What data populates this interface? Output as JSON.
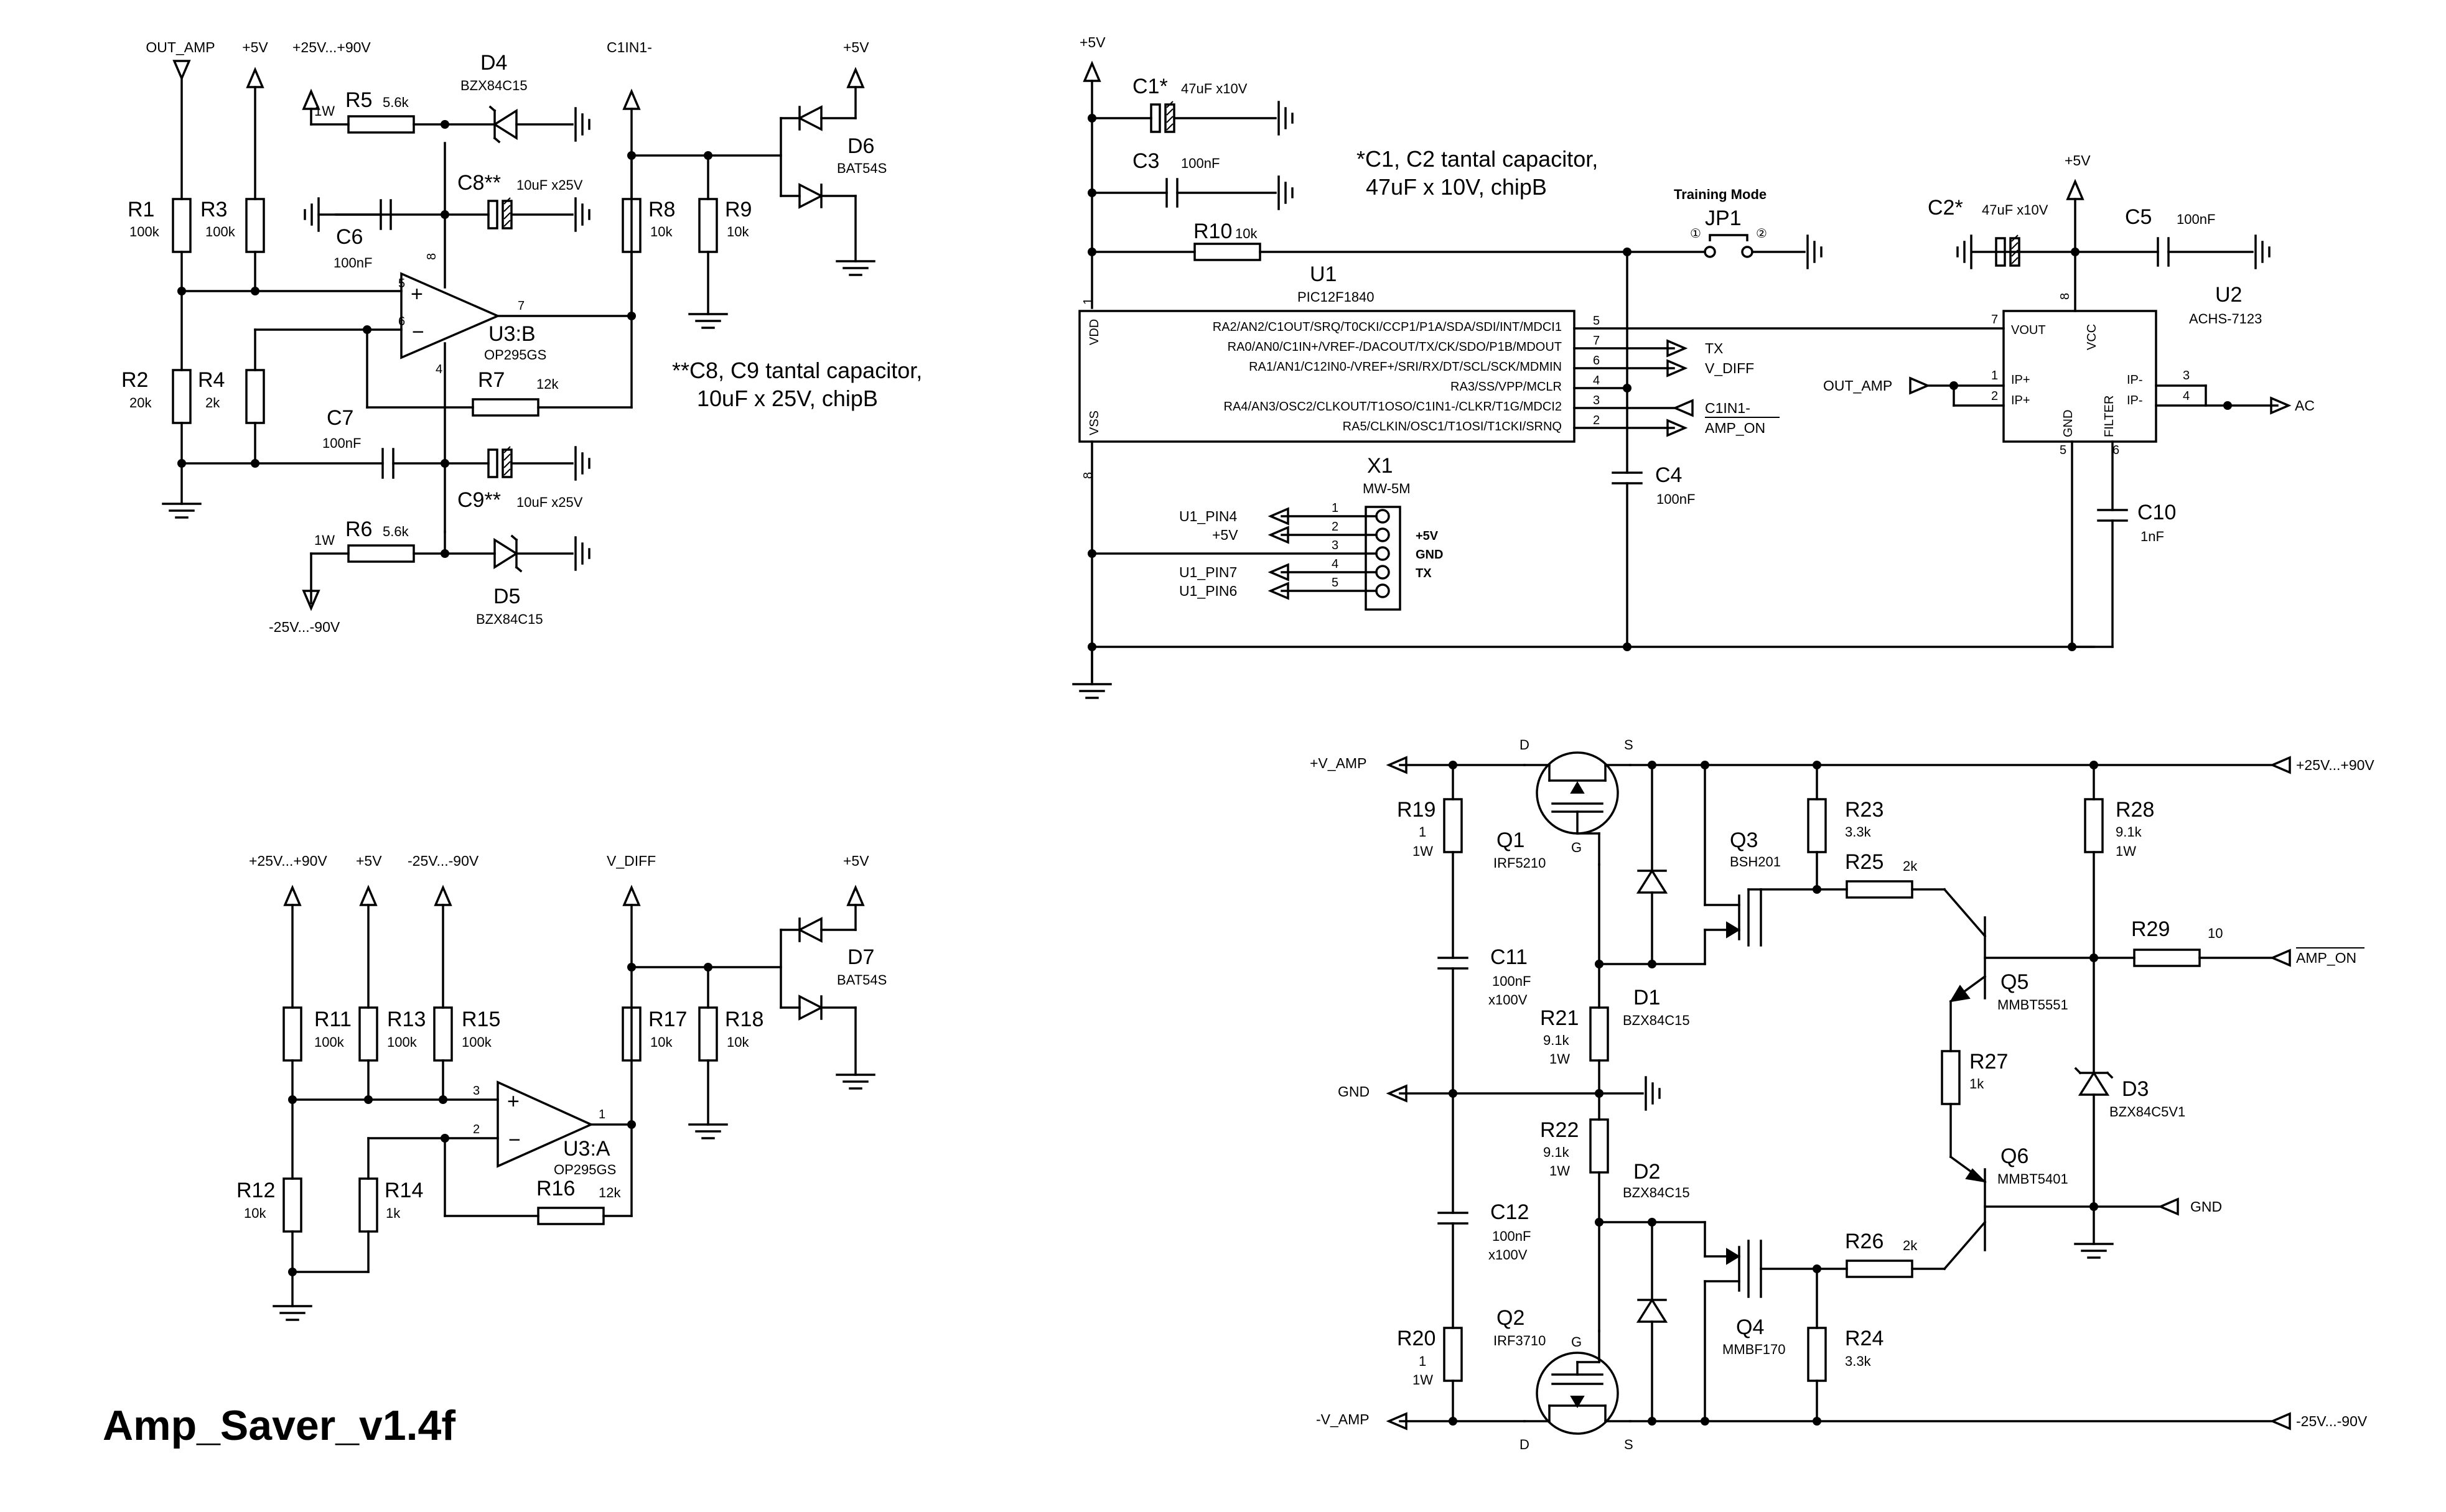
{
  "title": "Amp_Saver_v1.4f",
  "note_c1c2": [
    "*C1, C2 tantal capacitor,",
    "47uF x 10V, chipB"
  ],
  "note_c8c9": [
    "**C8, C9 tantal capacitor,",
    "10uF x 25V, chipB"
  ],
  "labels": {
    "out_amp": "OUT_AMP",
    "p5v": "+5V",
    "p25_90": "+25V...+90V",
    "m25_90": "-25V...-90V",
    "c1in1m": "C1IN1-",
    "v_diff": "V_DIFF",
    "v_amp_p": "+V_AMP",
    "v_amp_m": "-V_AMP",
    "gnd": "GND",
    "tx": "TX",
    "amp_on": "AMP_ON",
    "ac": "AC",
    "u1_pin4": "U1_PIN4",
    "u1_pin7": "U1_PIN7",
    "u1_pin6": "U1_PIN6",
    "training": "Training Mode"
  },
  "parts": {
    "R1": [
      "R1",
      "100k"
    ],
    "R2": [
      "R2",
      "20k"
    ],
    "R3": [
      "R3",
      "100k"
    ],
    "R4": [
      "R4",
      "2k"
    ],
    "R5": [
      "R5",
      "5.6k"
    ],
    "R6": [
      "R6",
      "5.6k"
    ],
    "R7": [
      "R7",
      "12k"
    ],
    "R8": [
      "R8",
      "10k"
    ],
    "R9": [
      "R9",
      "10k"
    ],
    "R10": [
      "R10",
      "10k"
    ],
    "R11": [
      "R11",
      "100k"
    ],
    "R12": [
      "R12",
      "10k"
    ],
    "R13": [
      "R13",
      "100k"
    ],
    "R14": [
      "R14",
      "1k"
    ],
    "R15": [
      "R15",
      "100k"
    ],
    "R16": [
      "R16",
      "12k"
    ],
    "R17": [
      "R17",
      "10k"
    ],
    "R18": [
      "R18",
      "10k"
    ],
    "R19": [
      "R19",
      "1",
      "1W"
    ],
    "R20": [
      "R20",
      "1",
      "1W"
    ],
    "R21": [
      "R21",
      "9.1k",
      "1W"
    ],
    "R22": [
      "R22",
      "9.1k",
      "1W"
    ],
    "R23": [
      "R23",
      "3.3k"
    ],
    "R24": [
      "R24",
      "3.3k"
    ],
    "R25": [
      "R25",
      "2k"
    ],
    "R26": [
      "R26",
      "2k"
    ],
    "R27": [
      "R27",
      "1k"
    ],
    "R28": [
      "R28",
      "9.1k",
      "1W"
    ],
    "R29": [
      "R29",
      "10"
    ],
    "C1": [
      "C1*",
      "47uF x10V"
    ],
    "C2": [
      "C2*",
      "47uF x10V"
    ],
    "C3": [
      "C3",
      "100nF"
    ],
    "C4": [
      "C4",
      "100nF"
    ],
    "C5": [
      "C5",
      "100nF"
    ],
    "C6": [
      "C6",
      "100nF"
    ],
    "C7": [
      "C7",
      "100nF"
    ],
    "C8": [
      "C8**",
      "10uF x25V"
    ],
    "C9": [
      "C9**",
      "10uF x25V"
    ],
    "C10": [
      "C10",
      "1nF"
    ],
    "C11": [
      "C11",
      "100nF",
      "x100V"
    ],
    "C12": [
      "C12",
      "100nF",
      "x100V"
    ],
    "D1": [
      "D1",
      "BZX84C15"
    ],
    "D2": [
      "D2",
      "BZX84C15"
    ],
    "D3": [
      "D3",
      "BZX84C5V1"
    ],
    "D4": [
      "D4",
      "BZX84C15"
    ],
    "D5": [
      "D5",
      "BZX84C15"
    ],
    "D6": [
      "D6",
      "BAT54S"
    ],
    "D7": [
      "D7",
      "BAT54S"
    ],
    "Q1": [
      "Q1",
      "IRF5210"
    ],
    "Q2": [
      "Q2",
      "IRF3710"
    ],
    "Q3": [
      "Q3",
      "BSH201"
    ],
    "Q4": [
      "Q4",
      "MMBF170"
    ],
    "Q5": [
      "Q5",
      "MMBT5551"
    ],
    "Q6": [
      "Q6",
      "MMBT5401"
    ],
    "U1": [
      "U1",
      "PIC12F1840"
    ],
    "U2": [
      "U2",
      "ACHS-7123"
    ],
    "U3A": [
      "U3:A",
      "OP295GS"
    ],
    "U3B": [
      "U3:B",
      "OP295GS"
    ],
    "JP1": [
      "JP1"
    ],
    "X1": [
      "X1",
      "MW-5M"
    ]
  },
  "u1_pins": [
    "RA2/AN2/C1OUT/SRQ/T0CKI/CCP1/P1A/SDA/SDI/INT/MDCI1",
    "RA0/AN0/C1IN+/VREF-/DACOUT/TX/CK/SDO/P1B/MDOUT",
    "RA1/AN1/C12IN0-/VREF+/SRI/RX/DT/SCL/SCK/MDMIN",
    "RA3/SS/VPP/MCLR",
    "RA4/AN3/OSC2/CLKOUT/T1OSO/C1IN1-/CLKR/T1G/MDCI2",
    "RA5/CLKIN/OSC1/T1OSI/T1CKI/SRNQ"
  ],
  "u1_pin_nums": [
    "5",
    "7",
    "6",
    "4",
    "3",
    "2"
  ],
  "x1_pins": [
    "+5V",
    "GND",
    "TX"
  ],
  "u2_pins": {
    "vout": "VOUT",
    "vcc": "VCC",
    "ipp1": "IP+",
    "ipp2": "IP+",
    "gnd": "GND",
    "filter": "FILTER",
    "ipm1": "IP-",
    "ipm2": "IP-"
  },
  "mos_pins": {
    "d": "D",
    "s": "S",
    "g": "G"
  }
}
